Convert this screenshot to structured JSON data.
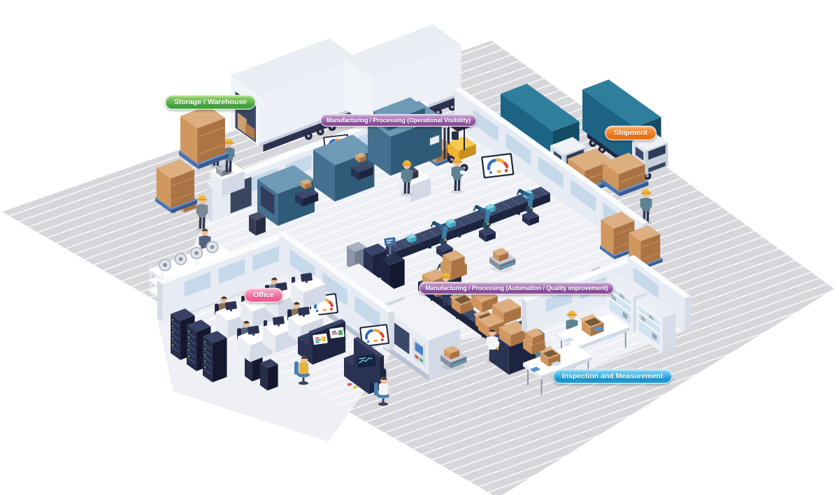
{
  "zones": [
    {
      "id": "storage",
      "label": "Storage / Warehouse",
      "color_light": "#9cd56f",
      "color_dark": "#3fa43c"
    },
    {
      "id": "mfg_visibility",
      "label": "Manufacturing / Processing (Operational Visibility)",
      "color_light": "#c9a3d2",
      "color_dark": "#8a4c9b"
    },
    {
      "id": "shipment",
      "label": "Shipment",
      "color_light": "#f9a95f",
      "color_dark": "#ed7012"
    },
    {
      "id": "office",
      "label": "Office",
      "color_light": "#f8aec7",
      "color_dark": "#ed5e95"
    },
    {
      "id": "mfg_automation",
      "label": "Manufacturing / Processing (Automation / Quality improvement)",
      "color_light": "#c9a3d2",
      "color_dark": "#8a4c9b"
    },
    {
      "id": "inspection",
      "label": "Inspection and Measurement",
      "color_light": "#85d7f8",
      "color_dark": "#1797d3"
    }
  ],
  "palette": {
    "floor": "#d7d7db",
    "interior": "#eef0f5",
    "wall_top": "#fbfcfe",
    "wall_face": "#e7ebf3",
    "wall_side": "#d5dbe7",
    "glass": "#c3d7e9",
    "navy": "#2a3254",
    "navy_dark": "#1d2440",
    "navy_light": "#3a4468",
    "steel_top": "#6f9ab6",
    "steel_l": "#456f8e",
    "steel_r": "#2f5a78",
    "teal_top": "#2f7e9c",
    "teal_l": "#1c6384",
    "teal_r": "#144c66",
    "wht_top": "#e9edf4",
    "wht_l": "#f4f6fa",
    "wht_r": "#d6dce8",
    "card_top": "#dcae80",
    "card_l": "#d0975f",
    "card_r": "#aa7344",
    "pallet_t": "#6a91c5",
    "pallet_l": "#4a72ad",
    "pallet_r": "#395a90",
    "skin": "#ecbe9a",
    "hat": "#f2b838",
    "hat_dark": "#d89a23",
    "hair": "#3a332c",
    "pants": "#2e3754",
    "shirt_teal": "#5d8291",
    "shirt_yellow": "#e0b23e",
    "shirt_white": "#f3f4f7",
    "shirt_brown": "#8a7054",
    "shirt_gray": "#7c8795",
    "coat": "#f6f7fa",
    "g_blue": "#2f6fc1",
    "g_yellow": "#f2a93b",
    "g_red": "#d9483b",
    "agv_top": "#c8cdd8",
    "agv_l": "#878fa2",
    "agv_r": "#6e7689",
    "yellow": "#f0b42e",
    "yellow_d": "#c98f1f",
    "yellow_t": "#f6c84e",
    "wifi": "#2bb1d4",
    "chair_blue": "#4a7fae",
    "belt_top": "#3d4a6c",
    "belt_slat": "#55628a",
    "screen_frame": "#20263e"
  }
}
